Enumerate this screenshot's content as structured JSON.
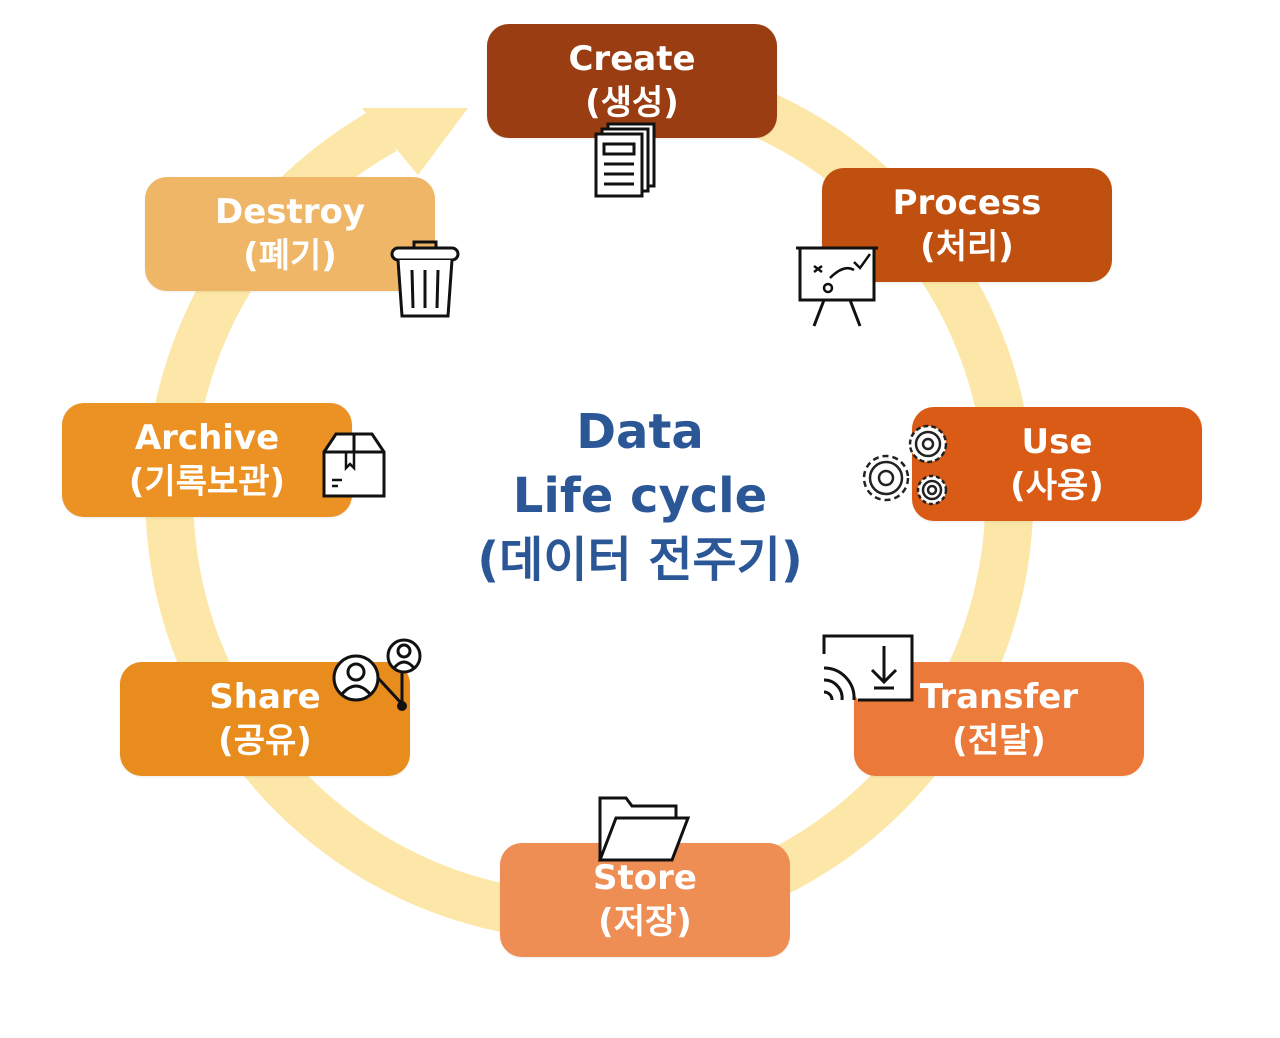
{
  "center": {
    "line1": "Data",
    "line2": "Life cycle",
    "line3": "(데이터 전주기)"
  },
  "colors": {
    "ring": "#fde7a8",
    "center_text": "#2b5797"
  },
  "stages": [
    {
      "id": "create",
      "en": "Create",
      "ko": "(생성)",
      "color": "#9b3d12",
      "icon": "document-stack-icon"
    },
    {
      "id": "process",
      "en": "Process",
      "ko": "(처리)",
      "color": "#c0500f",
      "icon": "presentation-board-icon"
    },
    {
      "id": "use",
      "en": "Use",
      "ko": "(사용)",
      "color": "#d95b16",
      "icon": "gears-icon"
    },
    {
      "id": "transfer",
      "en": "Transfer",
      "ko": "(전달)",
      "color": "#eb7a3a",
      "icon": "cast-download-icon"
    },
    {
      "id": "store",
      "en": "Store",
      "ko": "(저장)",
      "color": "#ee8e54",
      "icon": "folder-icon"
    },
    {
      "id": "share",
      "en": "Share",
      "ko": "(공유)",
      "color": "#e88c1d",
      "icon": "user-share-icon"
    },
    {
      "id": "archive",
      "en": "Archive",
      "ko": "(기록보관)",
      "color": "#ec9224",
      "icon": "archive-box-icon"
    },
    {
      "id": "destroy",
      "en": "Destroy",
      "ko": "(폐기)",
      "color": "#f0b668",
      "icon": "trash-icon"
    }
  ]
}
